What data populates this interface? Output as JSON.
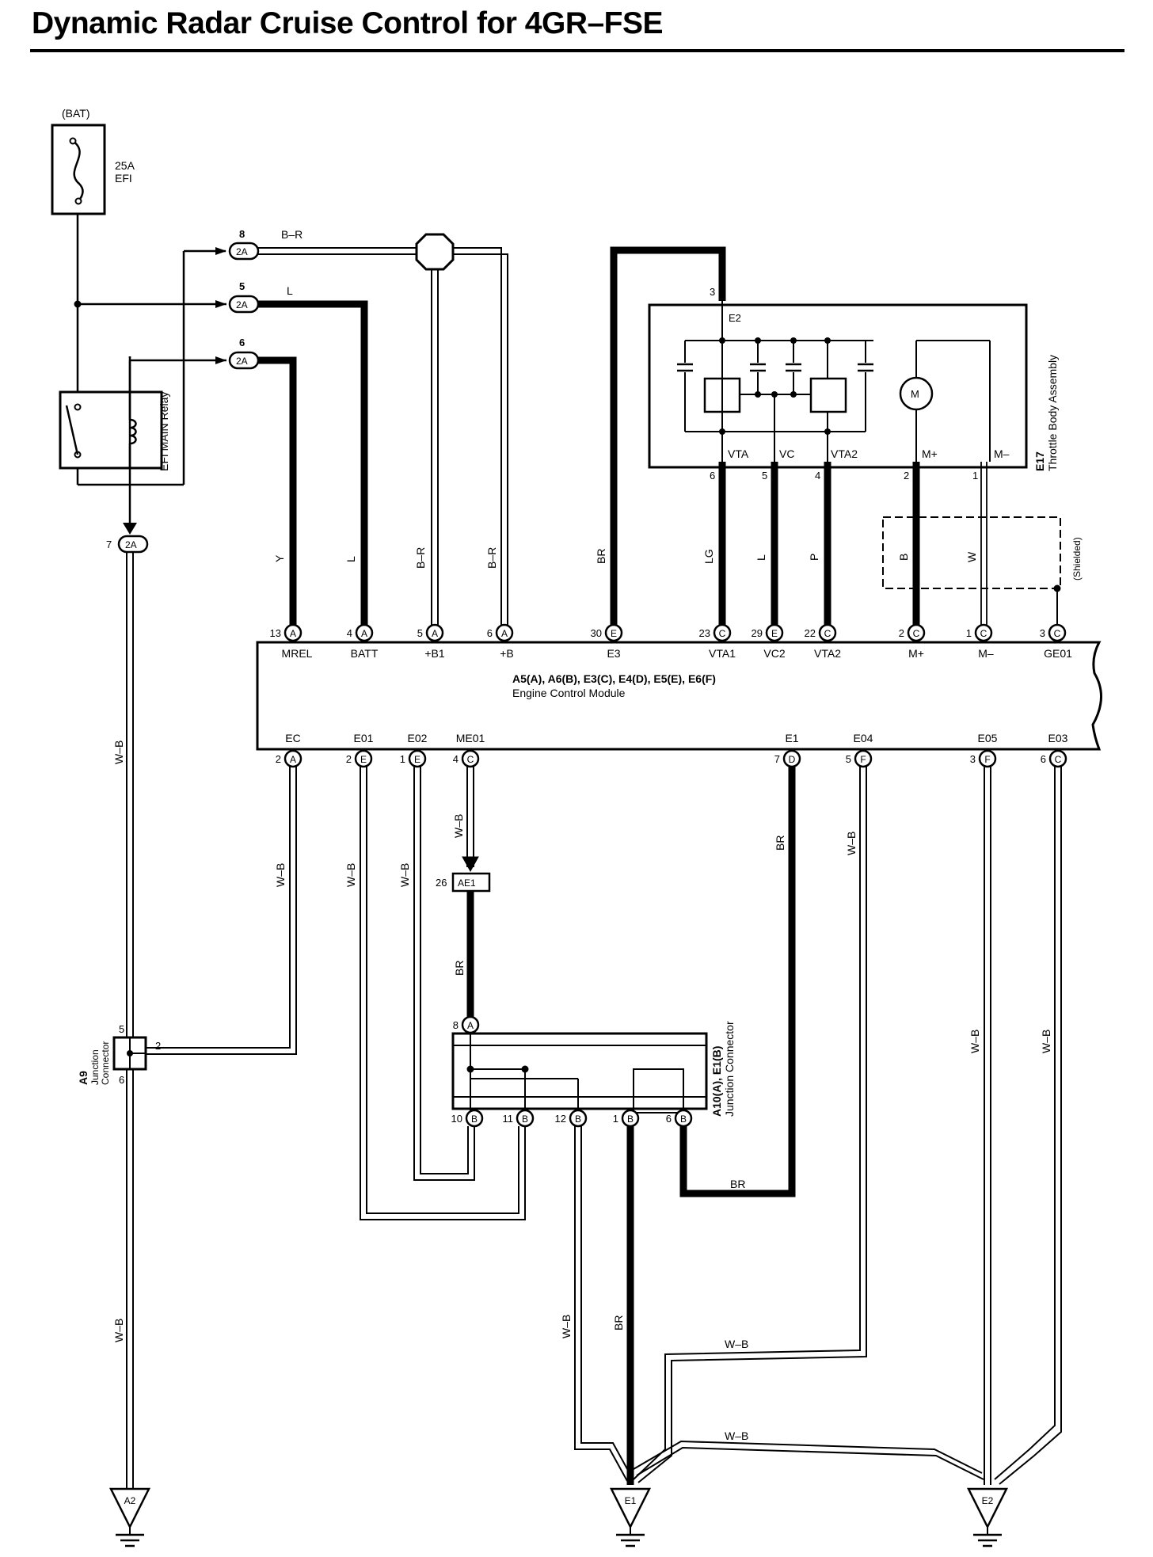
{
  "title": "Dynamic Radar Cruise Control for 4GR–FSE",
  "fuse": {
    "supply": "(BAT)",
    "rating": "25A",
    "name": "EFI"
  },
  "relay": {
    "name": "EFI MAIN Relay"
  },
  "ecm": {
    "connectors": "A5(A), A6(B), E3(C), E4(D), E5(E), E6(F)",
    "name": "Engine Control Module"
  },
  "throttle": {
    "code": "E17",
    "name": "Throttle Body Assembly"
  },
  "junction_a9": {
    "code": "A9",
    "line1": "Junction",
    "line2": "Connector"
  },
  "junction_a10": {
    "code": "A10(A), E1(B)",
    "name": "Junction Connector"
  },
  "shielded": "(Shielded)",
  "grounds": [
    "A2",
    "E1",
    "E2"
  ]
}
